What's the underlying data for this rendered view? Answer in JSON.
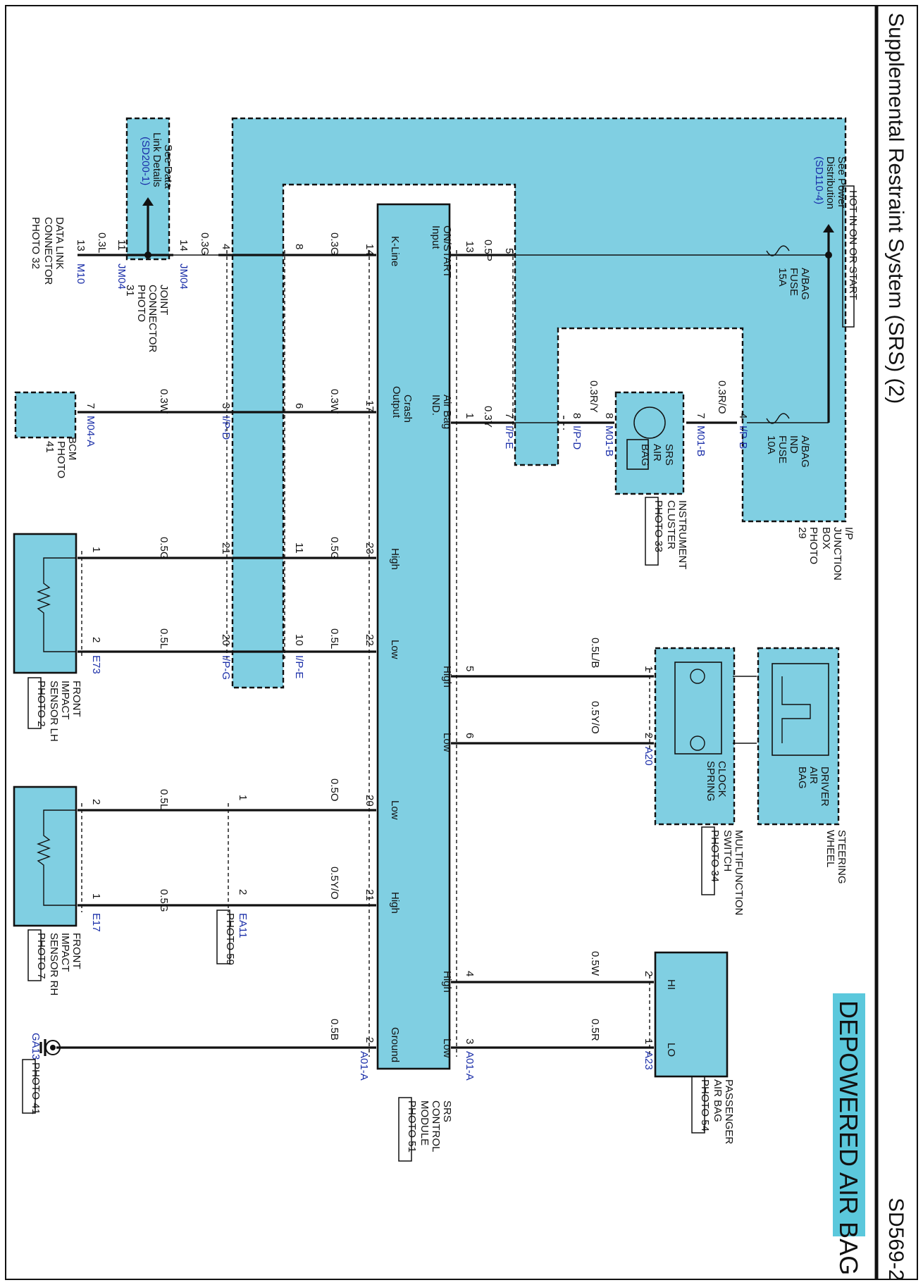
{
  "header": {
    "title": "Supplemental Restraint System (SRS) (2)",
    "code": "SD569-2",
    "tag": "DEPOWERED AIR BAG",
    "tag_color": "#5bc8dc"
  },
  "power": {
    "hot_label": "HOT IN ON OR START",
    "see_power": "See Power",
    "see_power2": "Distribution",
    "see_power_ref": "(SD110-4)",
    "fuse15": [
      "A/BAG",
      "FUSE",
      "15A"
    ],
    "fuse10": [
      "A/BAG",
      "IND",
      "FUSE",
      "10A"
    ],
    "junction": [
      "I/P",
      "JUNCTION",
      "BOX"
    ],
    "junction_photo": [
      "PHOTO",
      "29"
    ]
  },
  "datalink": {
    "see_data": "See Data",
    "link_details": "Link Details",
    "ref": "(SD200-1)",
    "joint": [
      "JOINT",
      "CONNECTOR"
    ],
    "joint_photo": [
      "PHOTO",
      "31"
    ],
    "dlc": [
      "DATA LINK",
      "CONNECTOR"
    ],
    "dlc_photo": "PHOTO 32"
  },
  "module": {
    "pins_top": [
      "ON/START",
      "Input",
      "Air Bag",
      "IND.",
      "High",
      "Low",
      "High",
      "Low"
    ],
    "pins_bottom": [
      "K-Line",
      "Crash",
      "Output",
      "High",
      "Low",
      "Low",
      "High",
      "Ground"
    ],
    "name": [
      "SRS",
      "CONTROL",
      "MODULE"
    ],
    "photo": "PHOTO 51"
  },
  "wires": {
    "p5": "5",
    "p13": "13",
    "w05p": "0.5P",
    "p7": "7",
    "p1": "1",
    "w03y": "0.3Y",
    "p8a": "8",
    "p8b": "8",
    "w03ry": "0.3R/Y",
    "p7b": "7",
    "p4": "4",
    "w03ro": "0.3R/O",
    "p5h": "5",
    "w05lb": "0.5L/B",
    "p1c": "1",
    "p6l": "6",
    "w05yo": "0.5Y/O",
    "p2c": "2",
    "p4h": "4",
    "w05w": "0.5W",
    "p2p": "2",
    "p3l": "3",
    "w05r": "0.5R",
    "p1p": "1",
    "p14": "14",
    "p8": "8",
    "w03g": "0.3G",
    "p4k": "4",
    "w03g2": "0.3G",
    "p14j": "14",
    "p11j": "11",
    "p13d": "13",
    "w03l": "0.3L",
    "p17": "17",
    "p6": "6",
    "w03w": "0.3W",
    "p3": "3",
    "w03w2": "0.3W",
    "p7m": "7",
    "p23": "23",
    "p11": "11",
    "w05g": "0.5G",
    "p21": "21",
    "w05g2": "0.5G",
    "p1e": "1",
    "p22": "22",
    "p10": "10",
    "w05l": "0.5L",
    "p20": "20",
    "w05l2": "0.5L",
    "p2e": "2",
    "p20r": "20",
    "w05o": "0.5O",
    "p1ea": "1",
    "w05l3": "0.5L",
    "p2r": "2",
    "p21r": "21",
    "w05yo2": "0.5Y/O",
    "p2ea": "2",
    "w05g3": "0.5G",
    "p1r": "1",
    "p2g": "2",
    "w05b": "0.5B"
  },
  "connectors": {
    "ipe_top": "I/P-E",
    "ipd_top": "I/P-D",
    "m01b": "M01-B",
    "m01b2": "M01-B",
    "ipb": "I/P-B",
    "a20": "A20",
    "a23": "A23",
    "a01a": "A01-A",
    "a01a2": "A01-A",
    "jm04a": "JM04",
    "jm04b": "JM04",
    "m10": "M10",
    "ipd_bottom": "I/P-D",
    "m04a": "M04-A",
    "ipg": "I/P-G",
    "ipe_bottom": "I/P-E",
    "e73": "E73",
    "ea11": "EA11",
    "e17": "E17",
    "ga13": "GA13"
  },
  "components": {
    "srs_airbag": [
      "SRS",
      "AIR",
      "BAG"
    ],
    "instrument": [
      "INSTRUMENT",
      "CLUSTER"
    ],
    "instrument_photo": "PHOTO 33",
    "clock": [
      "CLOCK",
      "SPRING"
    ],
    "multifunction": [
      "MULTIFUNCTION",
      "SWITCH"
    ],
    "multifunction_photo": "PHOTO 34",
    "driver": [
      "DRIVER",
      "AIR",
      "BAG"
    ],
    "steering": [
      "STEERING",
      "WHEEL"
    ],
    "passenger": [
      "PASSENGER",
      "AIR BAG"
    ],
    "passenger_photo": "PHOTO 54",
    "pass_hi": "HI",
    "pass_lo": "LO",
    "bcm": "BCM",
    "bcm_photo": [
      "PHOTO",
      "41"
    ],
    "front_lh": [
      "FRONT",
      "IMPACT",
      "SENSOR LH"
    ],
    "front_lh_photo": "PHOTO 2",
    "front_rh": [
      "FRONT",
      "IMPACT",
      "SENSOR RH"
    ],
    "front_rh_photo": "PHOTO 7",
    "ea11_photo": "PHOTO 59",
    "ground_photo": "PHOTO 41"
  }
}
